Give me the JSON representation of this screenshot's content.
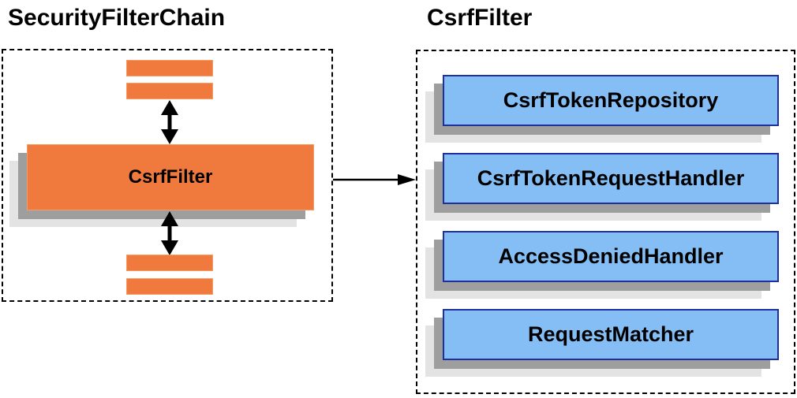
{
  "left_panel": {
    "title": "SecurityFilterChain",
    "csrf_filter_label": "CsrfFilter"
  },
  "right_panel": {
    "title": "CsrfFilter",
    "components": [
      "CsrfTokenRepository",
      "CsrfTokenRequestHandler",
      "AccessDeniedHandler",
      "RequestMatcher"
    ]
  },
  "colors": {
    "orange_fill": "#F0793E",
    "blue_fill": "#85BEF5",
    "blue_border": "#1F2F9E",
    "shadow_dark": "#9E9E9E",
    "shadow_light": "#E3E3E3",
    "arrow": "#000000",
    "text": "#000000"
  }
}
